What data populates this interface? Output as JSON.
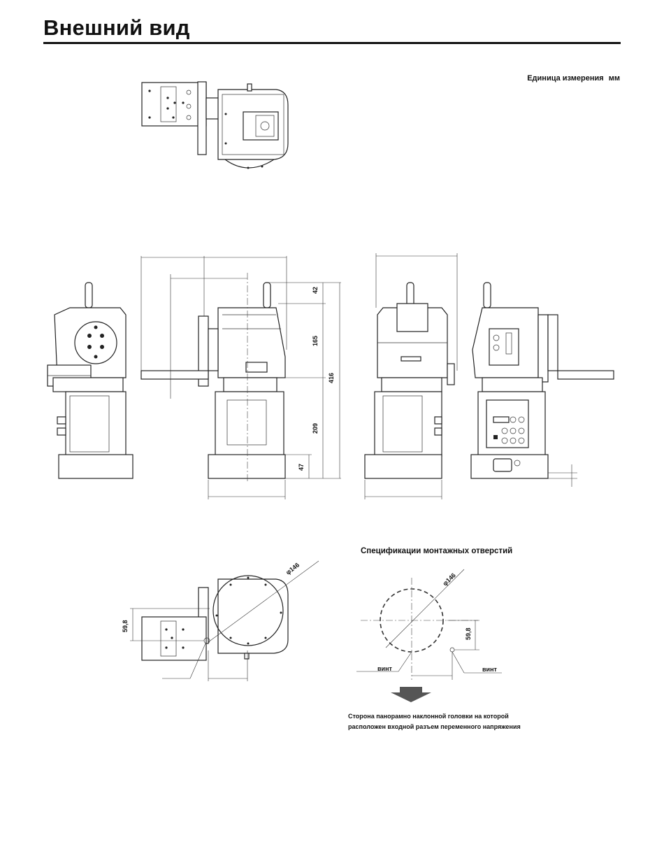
{
  "page": {
    "title": "Внешний вид",
    "units_label": "Единица измерения",
    "units_value": "мм"
  },
  "dimensions": {
    "d42": "42",
    "d165": "165",
    "d416": "416",
    "d209": "209",
    "d47": "47",
    "d59_8_bottom_view": "59,8",
    "d146_bottom_view": "φ146"
  },
  "mounting": {
    "title": "Спецификации монтажных отверстий",
    "diameter_label": "φ146",
    "offset_label": "59,8",
    "screw_left": "винт",
    "screw_right": "винт",
    "note_line1": "Сторона панорамно наклонной головки  на которой",
    "note_line2": "расположен входной разъем переменного напряжения"
  },
  "icons": {
    "direction_arrow": "arrow-down-icon"
  }
}
